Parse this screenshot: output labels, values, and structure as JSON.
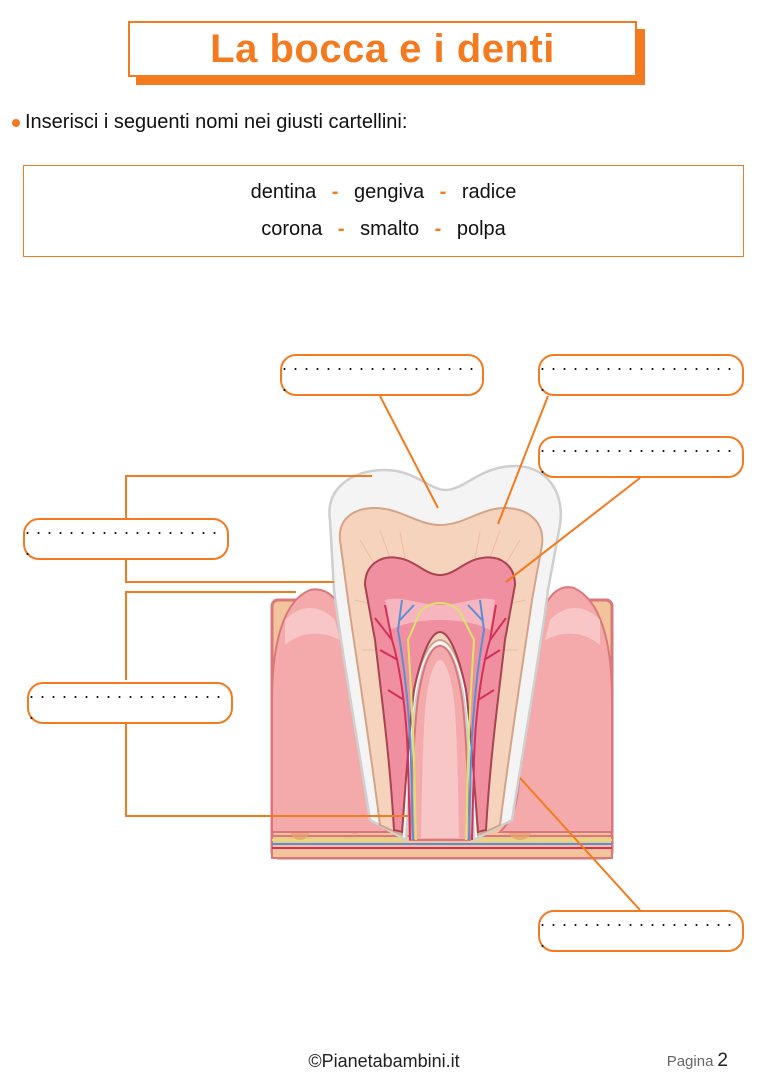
{
  "header": {
    "title": "La bocca e i denti"
  },
  "instruction": "Inserisci i seguenti nomi nei giusti cartellini:",
  "word_bank": {
    "line1": [
      "dentina",
      "gengiva",
      "radice"
    ],
    "line2": [
      "corona",
      "smalto",
      "polpa"
    ],
    "separator": "-"
  },
  "labels": {
    "blank": ". . . . . . . . . . . . . . . . . . ."
  },
  "footer": {
    "copyright": "©Pianetabambini.it",
    "page_label": "Pagina",
    "page_number": "2"
  },
  "colors": {
    "accent": "#f47a1f",
    "gum": "#f2a7a9",
    "bone": "#f3c49b",
    "dentin": "#f6d3bd",
    "pulp": "#f08fa0",
    "enamel": "#f4f4f4"
  }
}
